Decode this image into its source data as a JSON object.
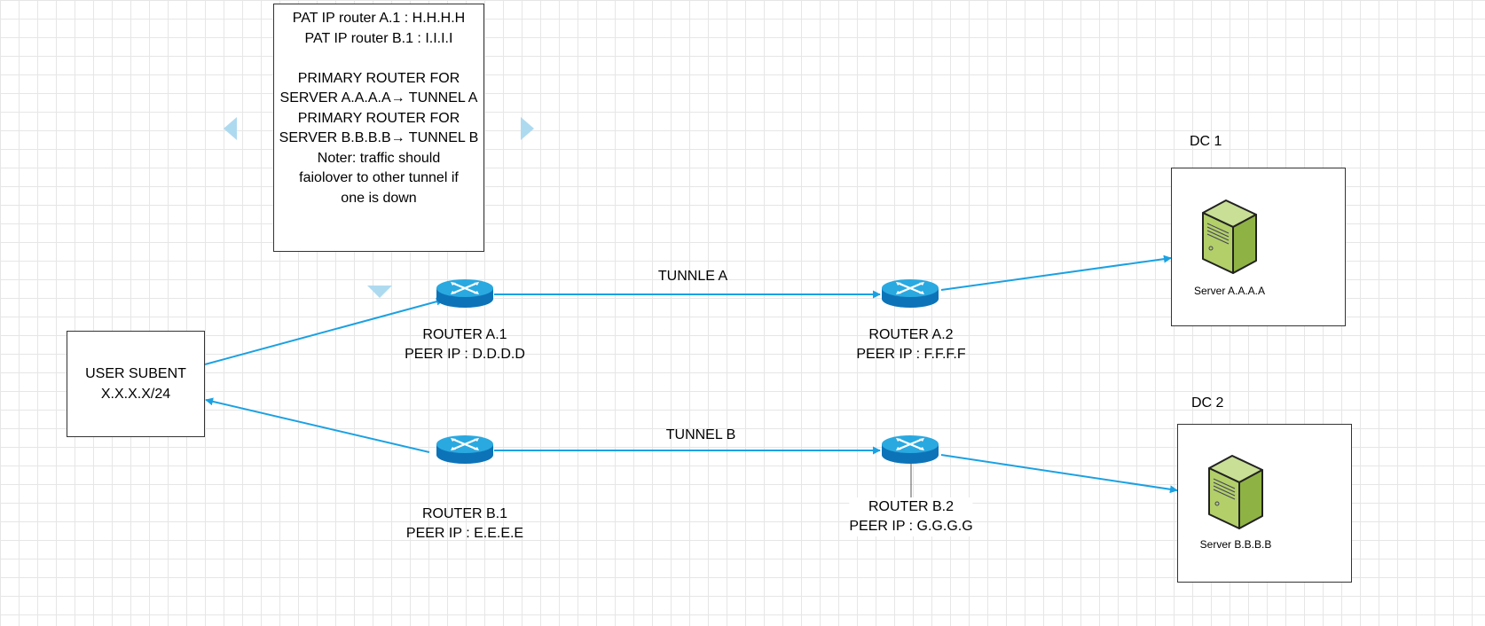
{
  "note": {
    "lines": [
      "PAT IP router A.1 : H.H.H.H",
      "PAT IP router B.1 : I.I.I.I",
      "",
      "PRIMARY ROUTER FOR",
      "SERVER A.A.A.A→ TUNNEL A",
      "PRIMARY ROUTER FOR",
      "SERVER B.B.B.B→ TUNNEL B",
      "Noter: traffic should",
      "faiolover to other tunnel if",
      "one is down"
    ]
  },
  "user_subnet": {
    "line1": "USER SUBENT",
    "line2": "X.X.X.X/24"
  },
  "tunnels": {
    "a": "TUNNLE A",
    "b": "TUNNEL B"
  },
  "routers": {
    "a1": {
      "name": "ROUTER A.1",
      "peer": "PEER IP : D.D.D.D"
    },
    "a2": {
      "name": "ROUTER A.2",
      "peer": "PEER IP : F.F.F.F"
    },
    "b1": {
      "name": "ROUTER B.1",
      "peer": "PEER IP : E.E.E.E"
    },
    "b2": {
      "name": "ROUTER B.2",
      "peer": "PEER IP : G.G.G.G"
    }
  },
  "datacenters": {
    "dc1": {
      "title": "DC 1",
      "server": "Server A.A.A.A"
    },
    "dc2": {
      "title": "DC 2",
      "server": "Server B.B.B.B"
    }
  },
  "colors": {
    "link": "#1ba1e2",
    "router_top": "#29a9e0",
    "router_body": "#0d73b8",
    "server_body": "#a6c95a"
  },
  "icons": [
    "router-icon",
    "server-icon",
    "arrow-left-icon",
    "arrow-right-icon",
    "arrow-down-icon"
  ]
}
